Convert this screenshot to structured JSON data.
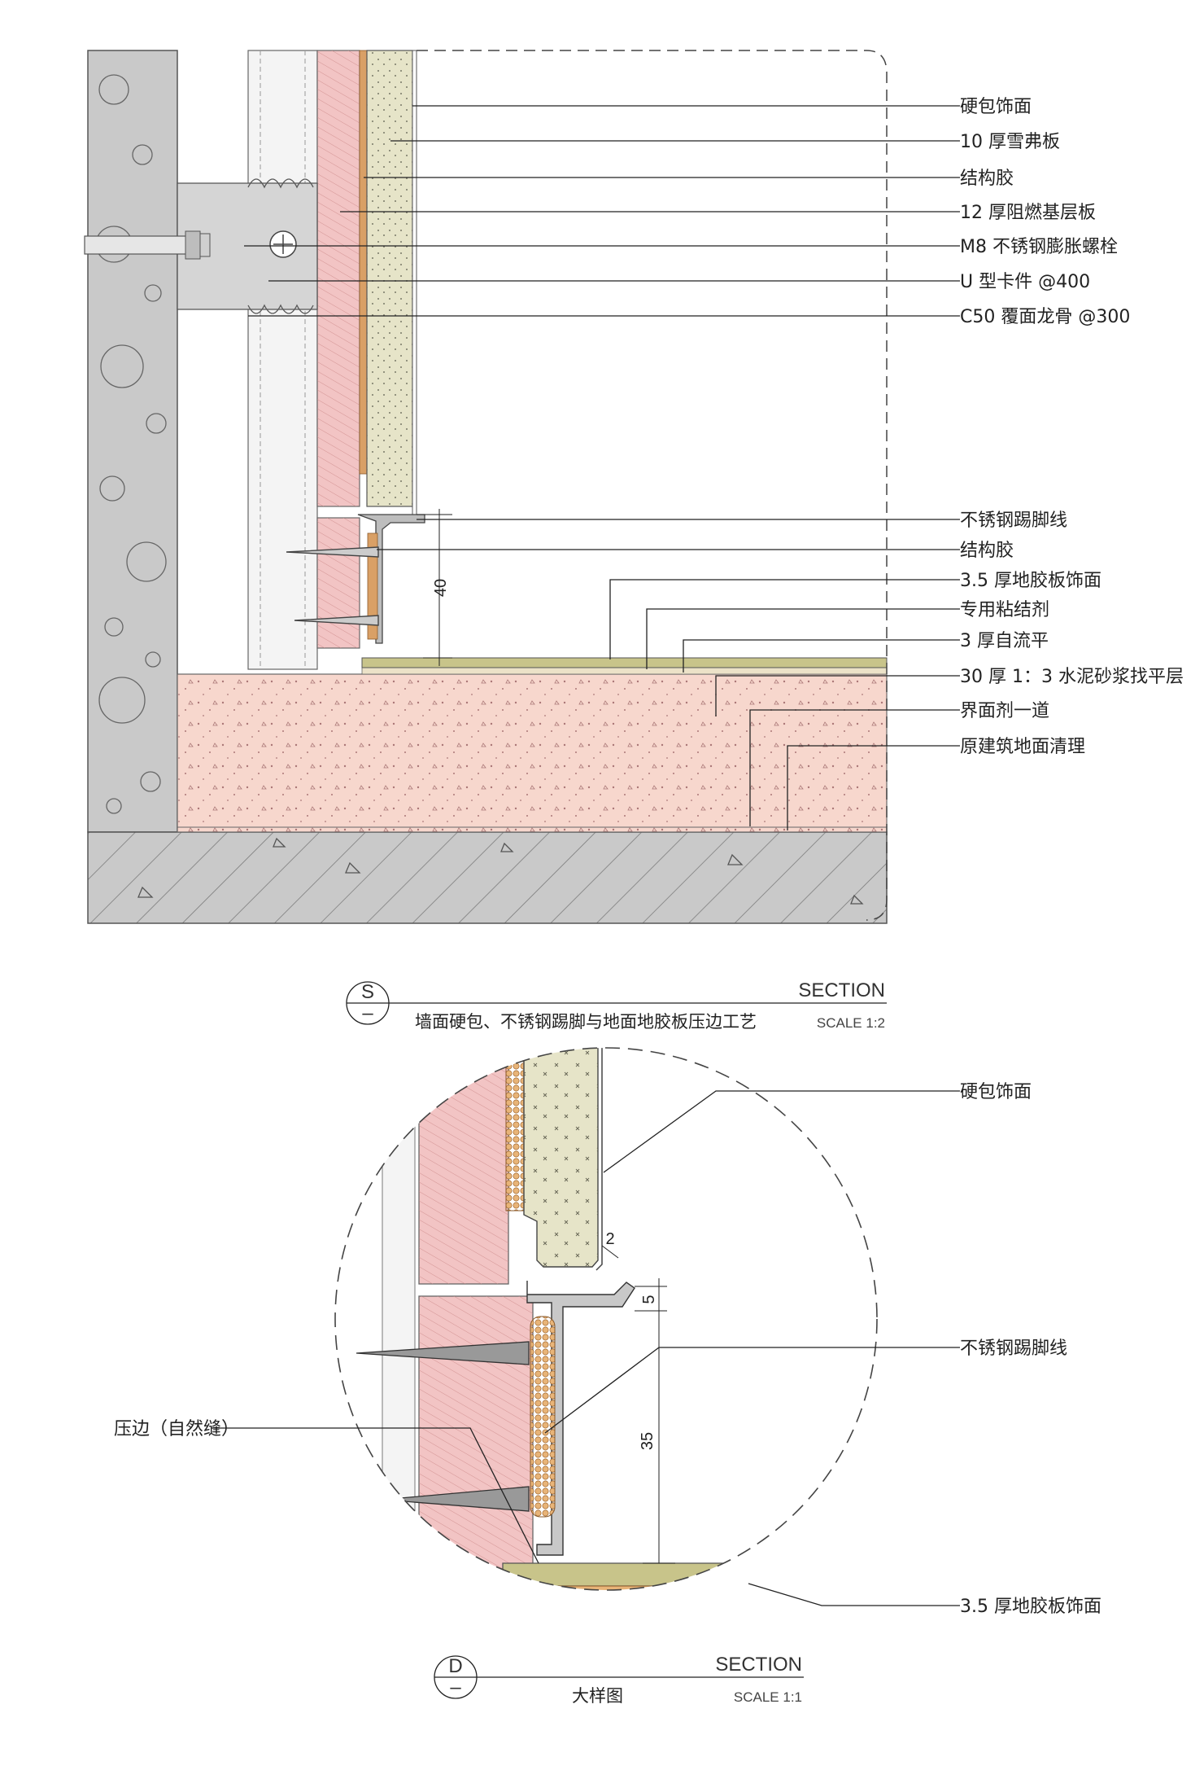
{
  "section_s": {
    "labels": [
      "硬包饰面",
      "10 厚雪弗板",
      "结构胶",
      "12 厚阻燃基层板",
      "M8 不锈钢膨胀螺栓",
      "U 型卡件 @400",
      "C50 覆面龙骨 @300",
      "不锈钢踢脚线",
      "结构胶",
      "3.5 厚地胶板饰面",
      "专用粘结剂",
      "3 厚自流平",
      "30 厚 1：3 水泥砂浆找平层",
      "界面剂一道",
      "原建筑地面清理"
    ],
    "dimension": "40",
    "title_symbol": "S",
    "title_sub": "–",
    "section_word": "SECTION",
    "title": "墙面硬包、不锈钢踢脚与地面地胶板压边工艺",
    "scale": "SCALE 1:2"
  },
  "detail_d": {
    "labels": {
      "hardpack": "硬包饰面",
      "skirting": "不锈钢踢脚线",
      "edge": "压边（自然缝）",
      "pvc": "3.5 厚地胶板饰面"
    },
    "dims": {
      "gap": "2",
      "top": "5",
      "height": "35"
    },
    "title_symbol": "D",
    "title_sub": "–",
    "section_word": "SECTION",
    "title": "大样图",
    "scale": "SCALE 1:1"
  },
  "colors": {
    "concrete": "#c9c9c9",
    "pink_board": "#f2c4c4",
    "mortar": "#f7d7cd",
    "pvc_floor": "#c8c48a",
    "foam_board": "#e6e4c8",
    "glue": "#d9a066",
    "steel": "#bdbdbd"
  }
}
